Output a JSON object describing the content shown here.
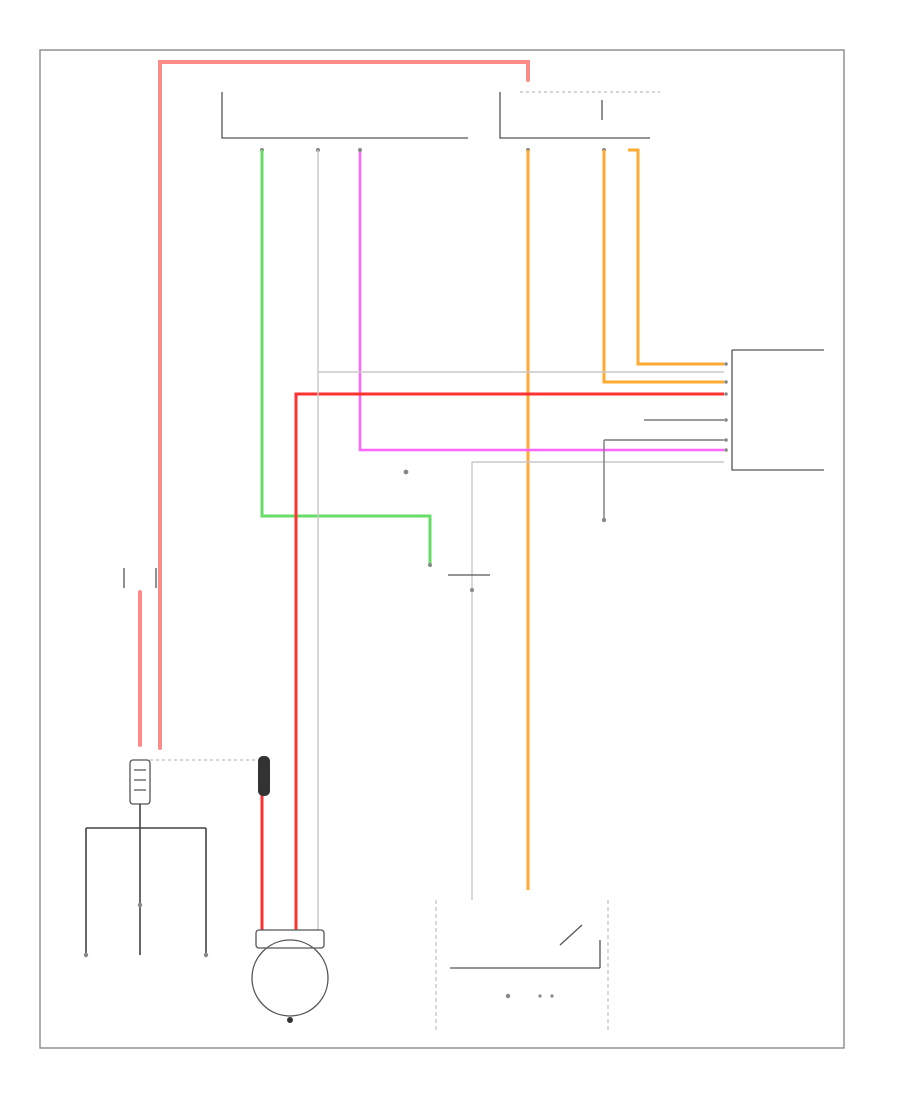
{
  "diagram": {
    "wire_colors": {
      "battery_feed": "#ff8a8a",
      "charge_output": "#ff3030",
      "ignition": "#ffaa33",
      "lamp_control": "#66dd66",
      "field_signal": "#ff66ff",
      "ground": "#c8c8c8"
    },
    "components": [
      {
        "id": "generator",
        "icon": "generator-icon"
      },
      {
        "id": "battery-fusible",
        "icon": "fusible-link-icon"
      },
      {
        "id": "underhood-fuse-block",
        "icon": "fuse-block-icon"
      },
      {
        "id": "engine-control-module",
        "icon": "module-icon"
      },
      {
        "id": "instrument-cluster",
        "icon": "cluster-icon"
      },
      {
        "id": "battery-terminal",
        "icon": "battery-icon"
      },
      {
        "id": "ground-point",
        "icon": "ground-icon"
      }
    ]
  }
}
